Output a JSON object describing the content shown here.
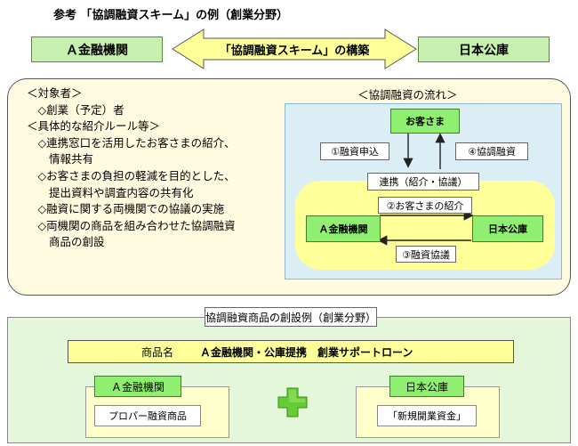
{
  "title": "参考 「協調融資スキーム」の例（創業分野）",
  "top": {
    "left_box": "Ａ金融機関",
    "arrow_label": "「協調融資スキーム」の構築",
    "right_box": "日本公庫"
  },
  "criteria": {
    "lines": [
      "＜対象者＞",
      "　◇創業（予定）者",
      "＜具体的な紹介ルール等＞",
      "　◇連携窓口を活用したお客さまの紹介、",
      "　　情報共有",
      "　◇お客さまの負担の軽減を目的とした、",
      "　　提出資料や調査内容の共有化",
      "　◇融資に関する両機関での協議の実施",
      "　◇両機関の商品を組み合わせた協調融資",
      "　　商品の創設"
    ]
  },
  "flow": {
    "heading": "＜協調融資の流れ＞",
    "customer": "お客さま",
    "step1": "①融資申込",
    "step4": "④協調融資",
    "link": "連携（紹介・協議）",
    "step2": "②お客さまの紹介",
    "step3": "③融資協議",
    "bank": "Ａ金融機関",
    "jfc": "日本公庫"
  },
  "example": {
    "heading": "協調融資商品の創設例（創業分野）",
    "product_label": "商品名",
    "product_name": "Ａ金融機関・公庫提携　創業サポートローン",
    "left_org": "Ａ金融機関",
    "left_product": "プロパー融資商品",
    "right_org": "日本公庫",
    "right_product": "「新規開業資金」"
  },
  "colors": {
    "green_box": "#c6efb0",
    "green_node": "#90ee70",
    "yellow": "#ffff99",
    "panel": "#fffbe0",
    "light_blue": "#dbeef5",
    "plus": "#66cc33"
  }
}
